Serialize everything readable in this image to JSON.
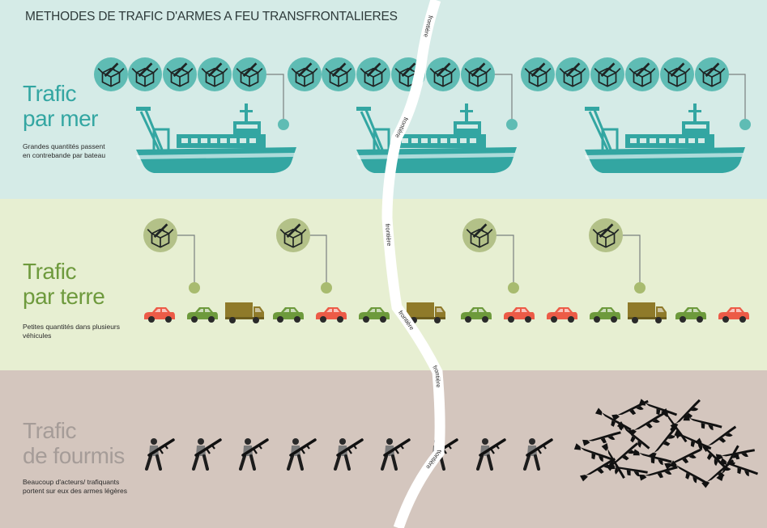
{
  "title": "METHODES DE TRAFIC D'ARMES A FEU TRANSFRONTALIERES",
  "border_label": "frontière",
  "colors": {
    "sea_band": "#d5ebe7",
    "land_band": "#e7efd2",
    "ant_band": "#d4c6be",
    "sea_accent": "#33a6a2",
    "land_accent": "#6e9a3d",
    "ant_accent": "#a59c98",
    "car_red": "#ec5b47",
    "car_green": "#6d9a3c",
    "truck_olive": "#8f7a2a"
  },
  "sections": [
    {
      "id": "sea",
      "title_line1": "Trafic",
      "title_line2": "par mer",
      "desc_line1": "Grandes quantités passent",
      "desc_line2": "en contrebande par bateau",
      "icon": "weapon-crate-icon",
      "vehicle_icon": "ship-icon"
    },
    {
      "id": "land",
      "title_line1": "Trafic",
      "title_line2": "par terre",
      "desc_line1": "Petites quantités dans plusieurs",
      "desc_line2": "véhicules",
      "icon": "weapon-crate-icon",
      "vehicle_icon": "car-icon"
    },
    {
      "id": "ant",
      "title_line1": "Trafic",
      "title_line2": "de fourmis",
      "desc_line1": "Beaucoup d'acteurs/ trafiquants",
      "desc_line2": "portent sur eux des armes légères",
      "icon": "rifle-icon",
      "vehicle_icon": "person-carrying-rifle-icon"
    }
  ]
}
